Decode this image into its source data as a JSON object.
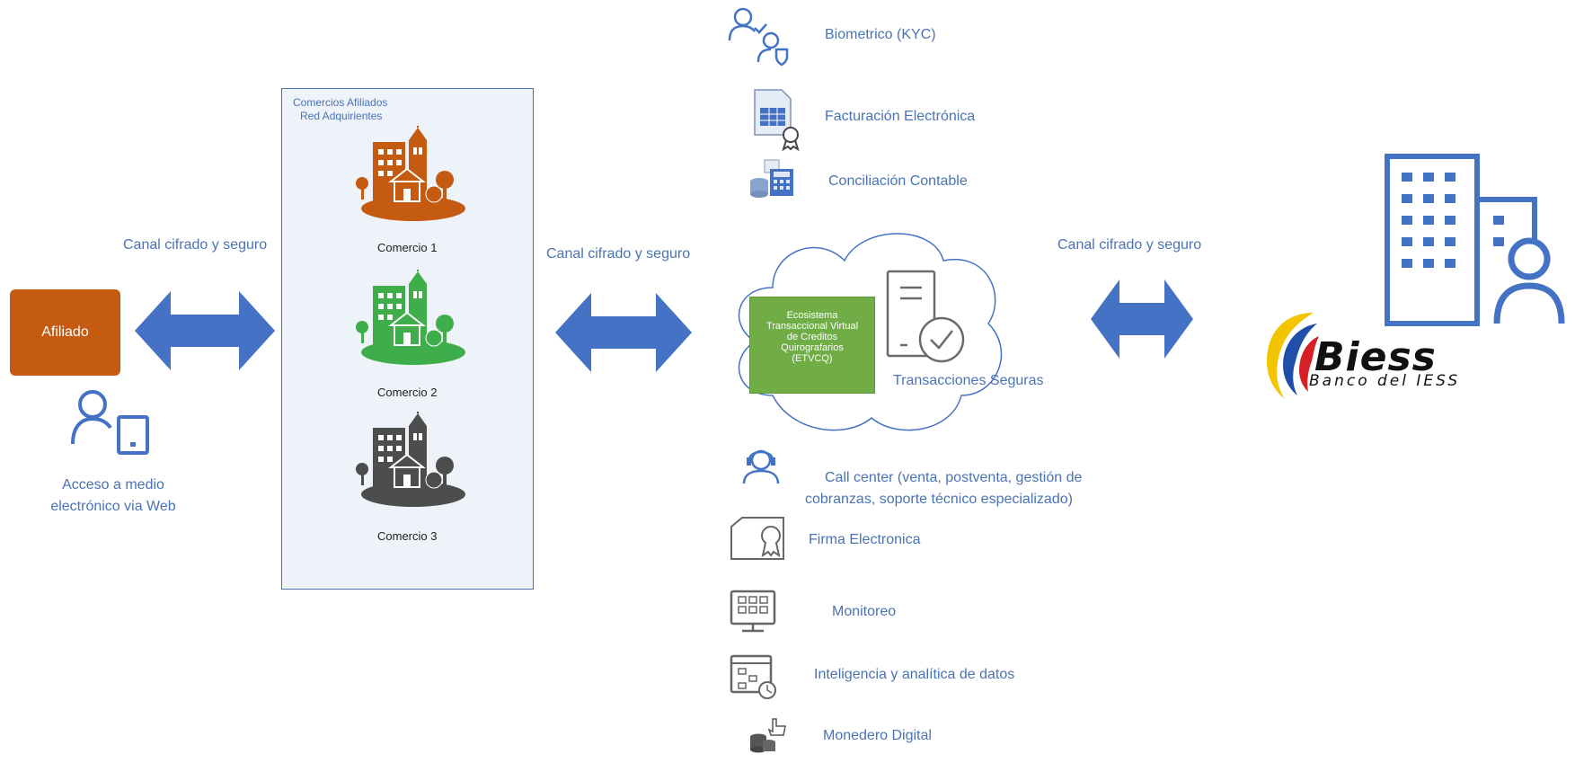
{
  "afiliado": {
    "box_label": "Afiliado",
    "access_label_line1": "Acceso a medio",
    "access_label_line2": "electrónico via Web"
  },
  "channels": {
    "left": "Canal cifrado y seguro",
    "middle": "Canal cifrado y seguro",
    "right": "Canal cifrado y seguro"
  },
  "comercios": {
    "title_line1": "Comercios Afiliados",
    "title_line2": "Red Adquirientes",
    "items": [
      {
        "label": "Comercio 1",
        "color": "#c55a11"
      },
      {
        "label": "Comercio 2",
        "color": "#3fae4a"
      },
      {
        "label": "Comercio 3",
        "color": "#4d4d4d"
      }
    ]
  },
  "ecosystem": {
    "line1": "Ecosistema",
    "line2": "Transaccional Virtual",
    "line3": "de Creditos",
    "line4": "Quirografarios",
    "line5": "(ETVCQ)",
    "secure_label": "Transacciones Seguras"
  },
  "services_top": [
    {
      "label": "Biometrico (KYC)",
      "icon": "biometric-users-icon"
    },
    {
      "label": "Facturación Electrónica",
      "icon": "invoice-certificate-icon"
    },
    {
      "label": "Conciliación Contable",
      "icon": "accounting-calculator-icon"
    }
  ],
  "services_bottom": {
    "call_center_line1": "Call center (venta, postventa, gestión de",
    "call_center_line2": "cobranzas, soporte técnico especializado)",
    "firma": "Firma Electronica",
    "monitoreo": "Monitoreo",
    "inteligencia": "Inteligencia y analítica de datos",
    "monedero": "Monedero Digital"
  },
  "bank": {
    "name": "Biess",
    "subtitle": "Banco del IESS"
  },
  "colors": {
    "accent_blue": "#4472c4",
    "label_blue": "#4a73b5",
    "afiliado_orange": "#c55a11",
    "ecosystem_green": "#70ad47",
    "logo_yellow": "#f2c500",
    "logo_blue": "#1f4fa8",
    "logo_red": "#d71f26"
  }
}
